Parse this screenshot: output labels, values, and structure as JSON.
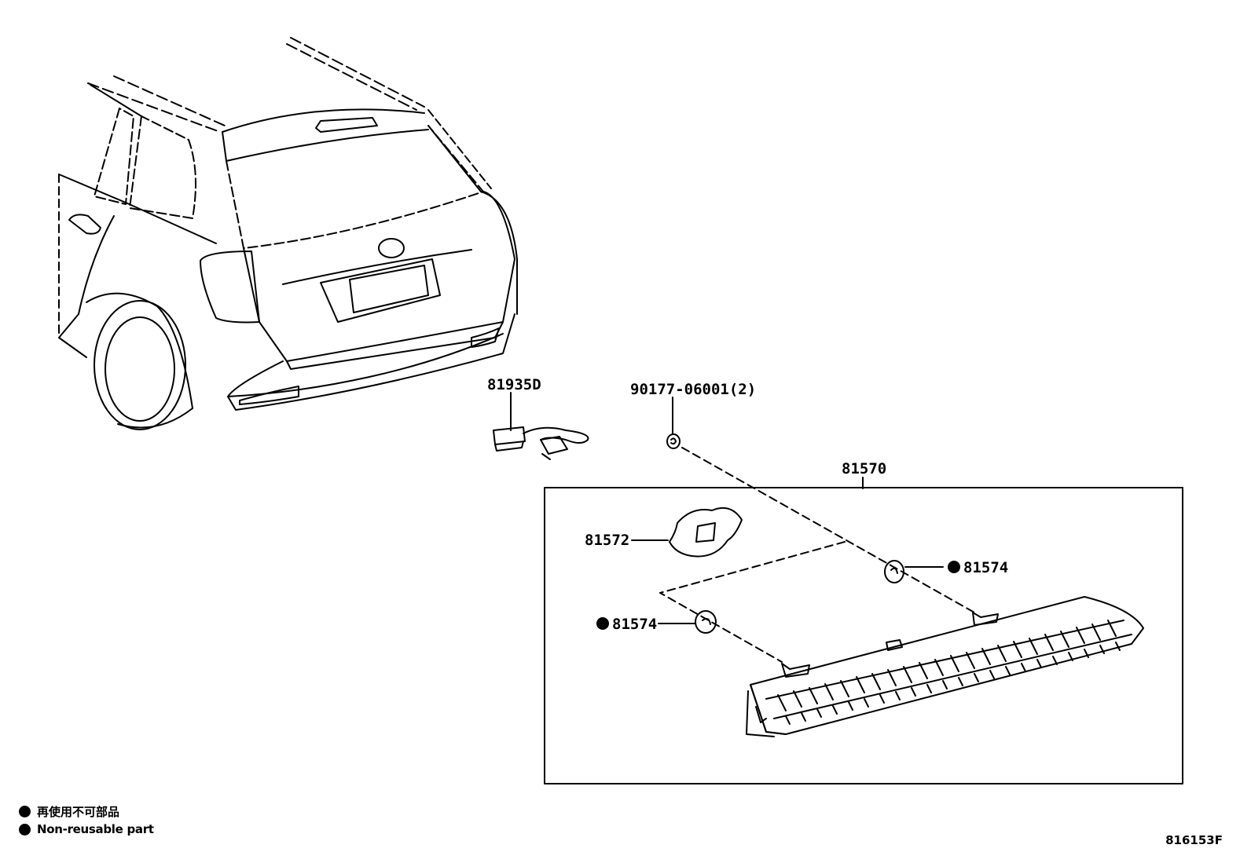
{
  "diagram": {
    "parts": {
      "harness": "81935D",
      "nut": "90177-06001(2)",
      "lamp_assembly": "81570",
      "gasket": "81572",
      "bulb_socket_a": "81574",
      "bulb_socket_b": "81574"
    },
    "marker_symbol": "●"
  },
  "legend": {
    "japanese": "再使用不可部品",
    "english": "Non-reusable part"
  },
  "illustration_id": "816153F"
}
